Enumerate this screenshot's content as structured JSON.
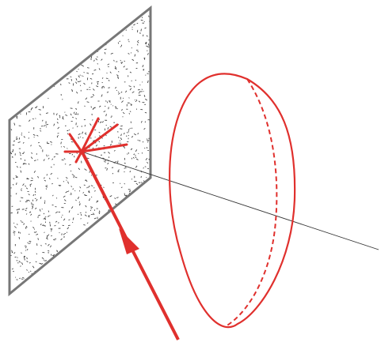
{
  "diagram": {
    "colors": {
      "background": "#ffffff",
      "surface_edge": "#777777",
      "surface_speckle": "#333333",
      "accent_red": "#e0302d",
      "normal_line": "#333333"
    },
    "elements": [
      {
        "name": "rough-surface",
        "kind": "speckled-parallelogram"
      },
      {
        "name": "incident-ray",
        "kind": "red-arrow"
      },
      {
        "name": "scattered-rays",
        "kind": "red-starburst"
      },
      {
        "name": "surface-normal",
        "kind": "thin-line"
      },
      {
        "name": "scattering-lobe",
        "kind": "red-ellipse-with-dashed-back"
      }
    ]
  }
}
